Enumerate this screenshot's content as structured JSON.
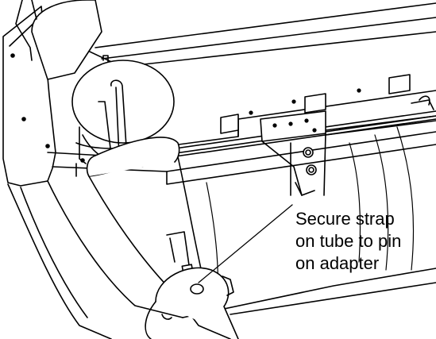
{
  "callout": {
    "lines": [
      "Secure strap",
      "on tube to pin",
      "on adapter"
    ]
  },
  "colors": {
    "ink": "#000000",
    "paper": "#ffffff"
  }
}
